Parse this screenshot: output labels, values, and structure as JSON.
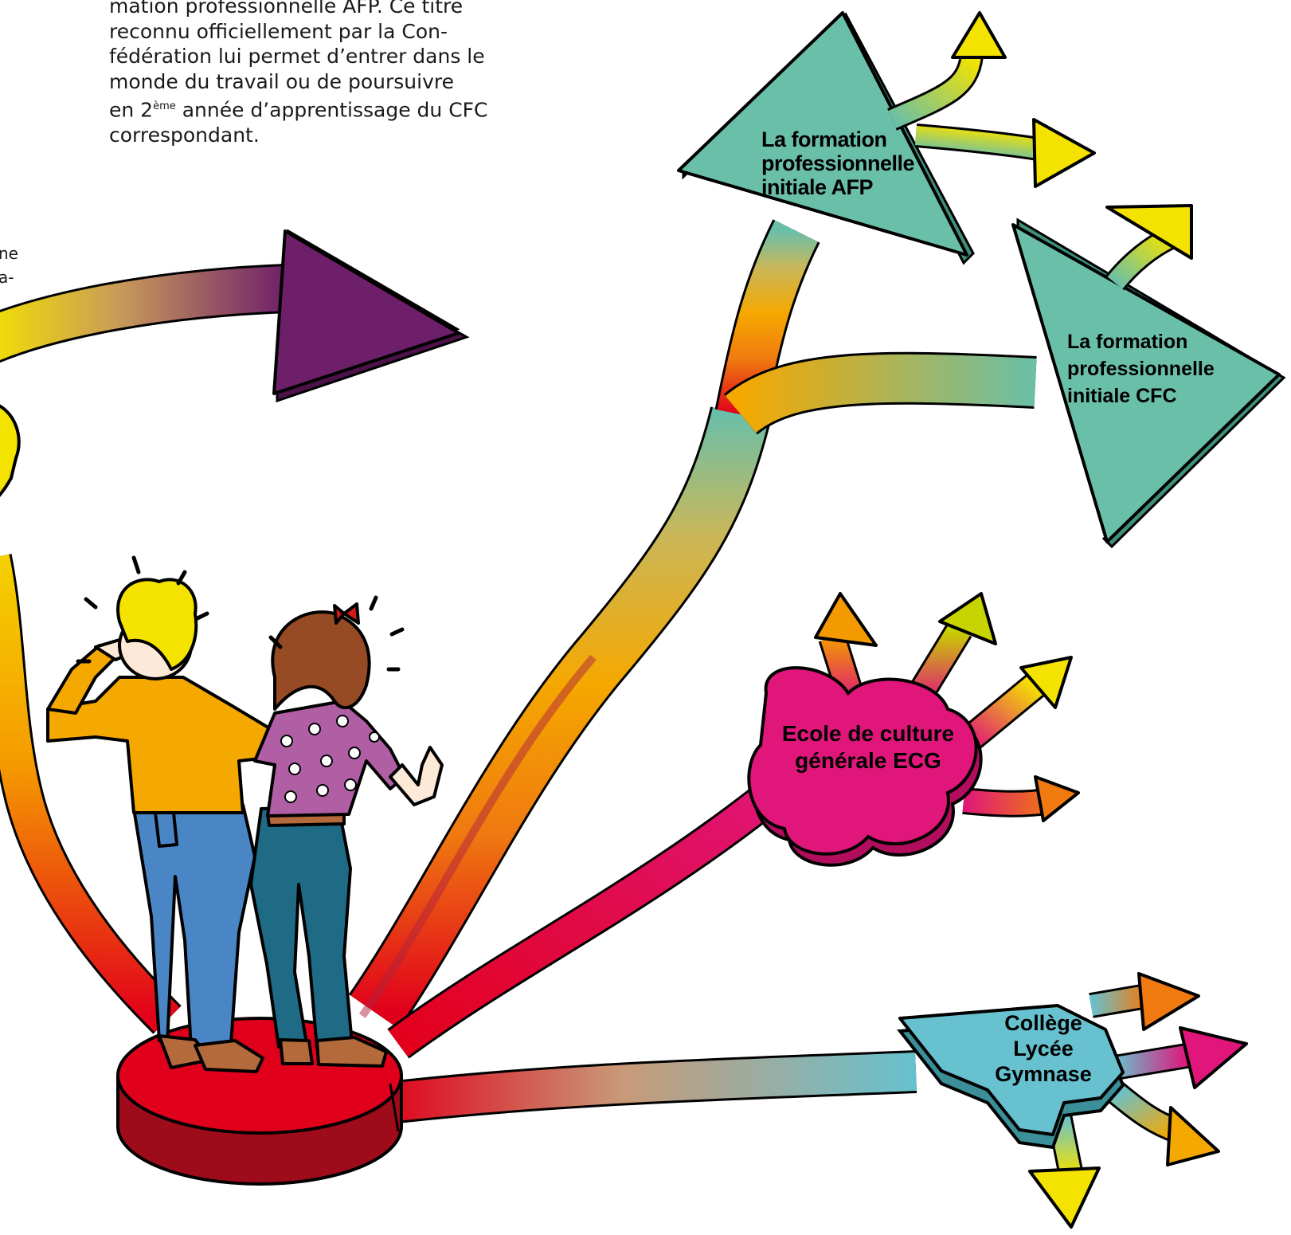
{
  "intro": {
    "lines": [
      "mation professionnelle AFP. Ce titre",
      "reconnu officiellement par la Con-",
      "fédération lui permet d’entrer dans le",
      "monde du travail ou de poursuivre"
    ],
    "line5_prefix": "en 2",
    "line5_sup": "ème",
    "line5_suffix": " année d’apprentissage du CFC",
    "line6": "correspondant."
  },
  "cut_text": [
    "ne",
    "a-"
  ],
  "labels": {
    "afp": [
      "La formation",
      "professionnelle",
      "initiale AFP"
    ],
    "cfc": [
      "La formation",
      "professionnelle",
      "initiale CFC"
    ],
    "ecg": [
      "Ecole de culture",
      "générale ECG"
    ],
    "college": [
      "Collège",
      "Lycée",
      "Gymnase"
    ]
  },
  "colors": {
    "afp_cfc": "#6abfa8",
    "ecg": "#e0167a",
    "college": "#67c1cf",
    "start": "#e0001b",
    "purple": "#6e1f6a",
    "yellow": "#f4e300",
    "orange": "#f5a800"
  }
}
